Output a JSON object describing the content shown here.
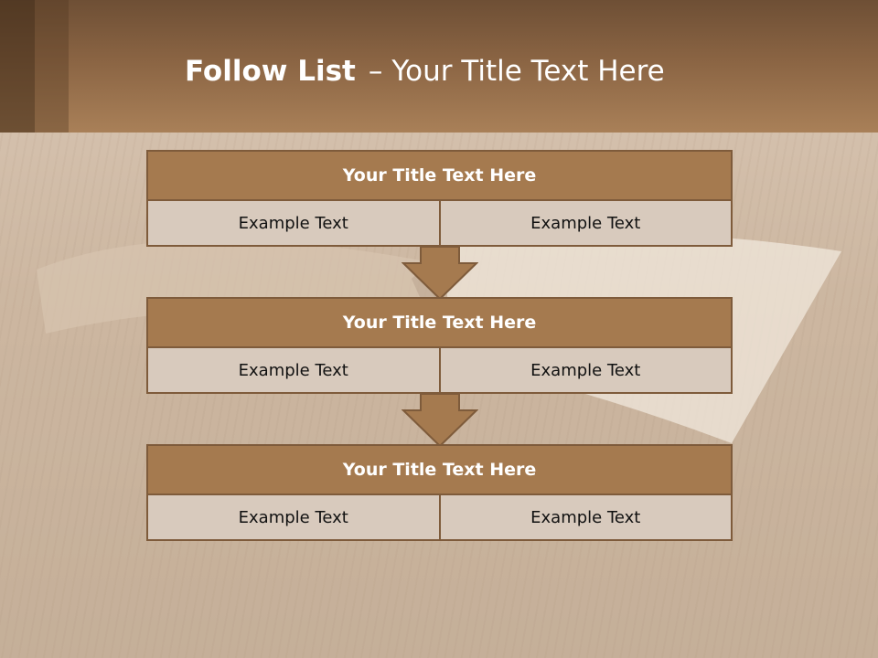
{
  "slide": {
    "title_bold": "Follow List",
    "title_separator": "–",
    "title_rest": "Your Title Text Here"
  },
  "blocks": [
    {
      "title": "Your Title Text Here",
      "left": "Example Text",
      "right": "Example Text"
    },
    {
      "title": "Your Title Text Here",
      "left": "Example Text",
      "right": "Example Text"
    },
    {
      "title": "Your Title Text Here",
      "left": "Example Text",
      "right": "Example Text"
    }
  ],
  "colors": {
    "header": "#8a6443",
    "block_title_fill": "#a57a4f",
    "block_border": "#7e5b3b",
    "cell_fill": "#d8cabd",
    "arrow_fill": "#a57a4f"
  },
  "icons": [
    "down-arrow-icon",
    "down-arrow-icon"
  ]
}
